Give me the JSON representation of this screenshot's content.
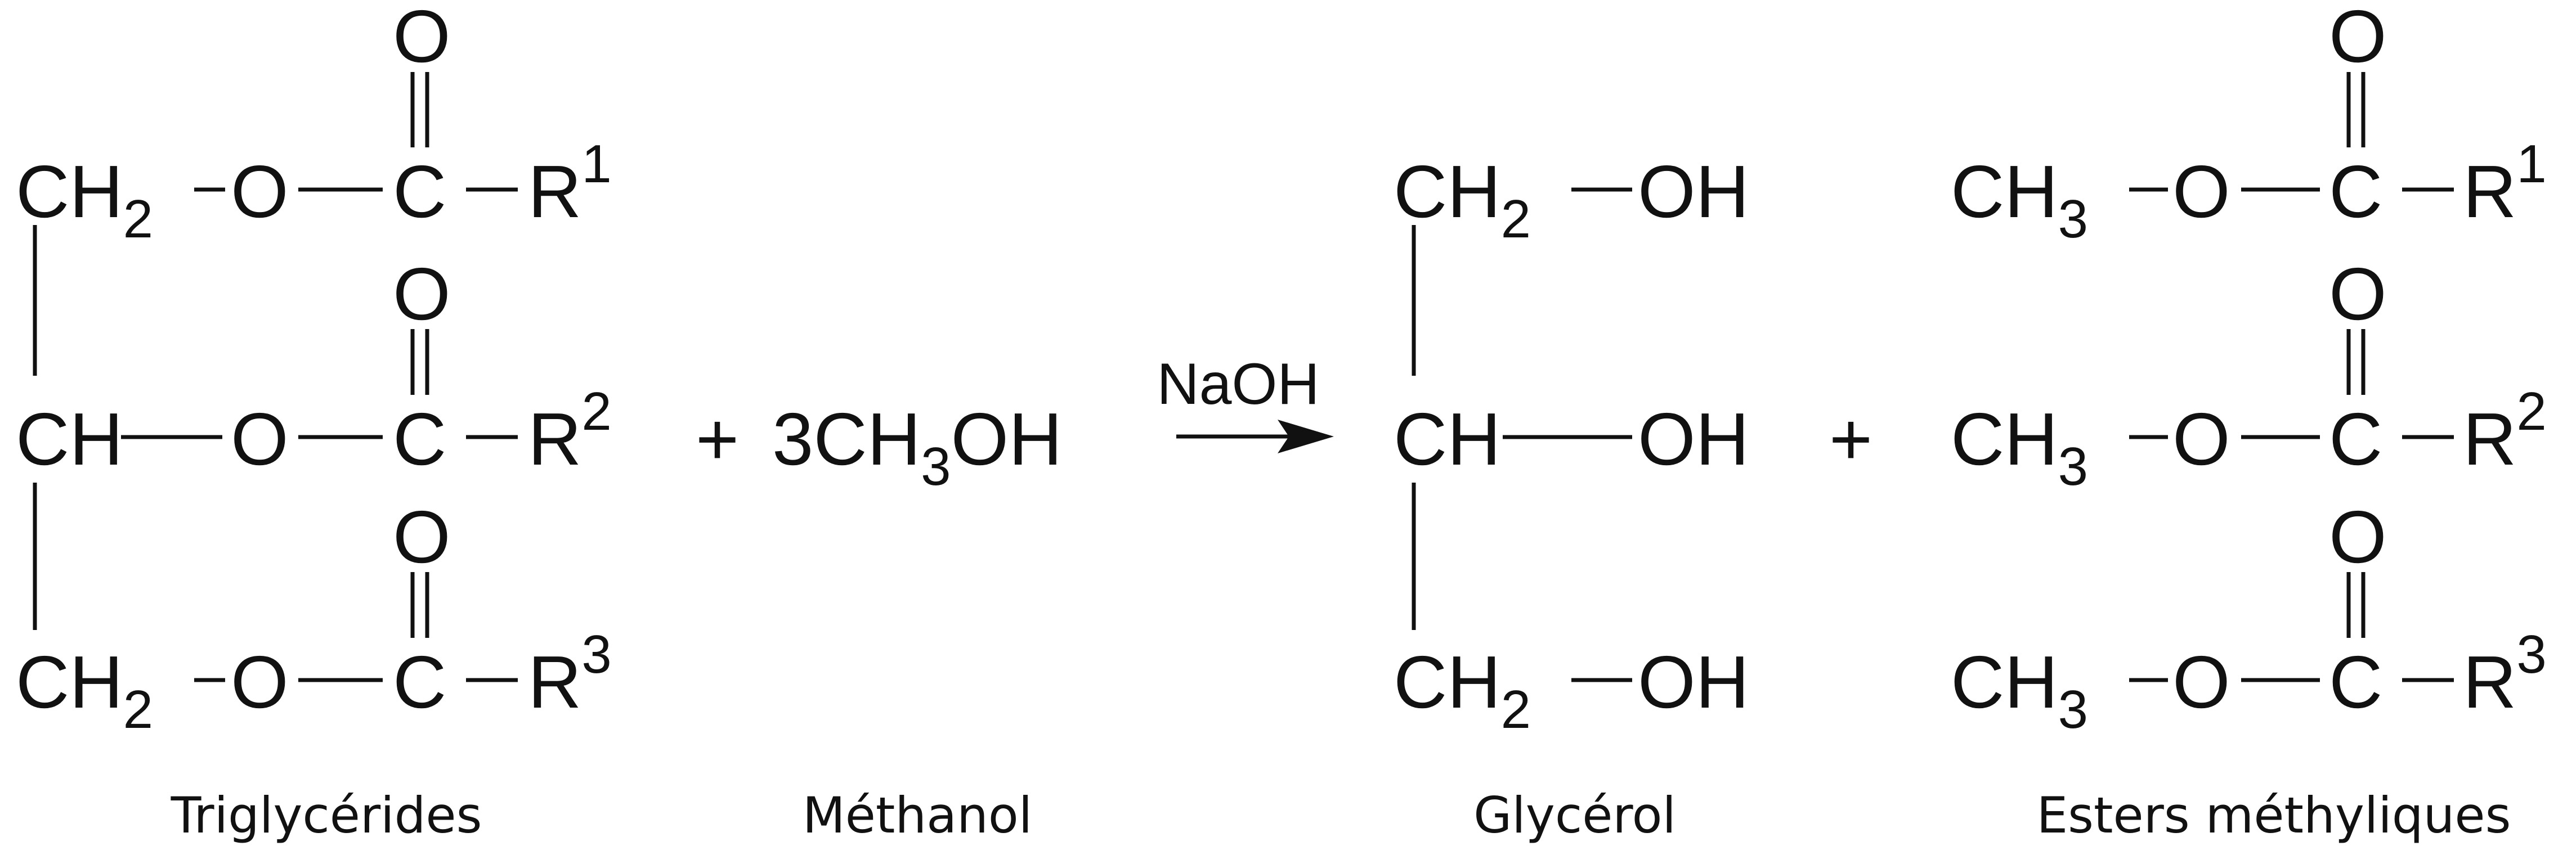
{
  "reactants": {
    "triglyceride": {
      "rows": [
        {
          "group": "CH",
          "group_sub": "2",
          "oxygen": "O",
          "carbon": "C",
          "carbonyl_o": "O",
          "r": "R",
          "r_sup": "1"
        },
        {
          "group": "CH",
          "group_sub": "",
          "oxygen": "O",
          "carbon": "C",
          "carbonyl_o": "O",
          "r": "R",
          "r_sup": "2"
        },
        {
          "group": "CH",
          "group_sub": "2",
          "oxygen": "O",
          "carbon": "C",
          "carbonyl_o": "O",
          "r": "R",
          "r_sup": "3"
        }
      ],
      "label": "Triglycérides"
    },
    "plus": "+",
    "methanol": {
      "coef": "3",
      "base": "CH",
      "sub": "3",
      "tail": "OH",
      "label": "Méthanol"
    }
  },
  "reagent": "NaOH",
  "products": {
    "glycerol": {
      "rows": [
        {
          "group": "CH",
          "group_sub": "2",
          "oh": "OH"
        },
        {
          "group": "CH",
          "group_sub": "",
          "oh": "OH"
        },
        {
          "group": "CH",
          "group_sub": "2",
          "oh": "OH"
        }
      ],
      "label": "Glycérol"
    },
    "plus": "+",
    "methyl_esters": {
      "rows": [
        {
          "group": "CH",
          "group_sub": "3",
          "oxygen": "O",
          "carbon": "C",
          "carbonyl_o": "O",
          "r": "R",
          "r_sup": "1"
        },
        {
          "group": "CH",
          "group_sub": "3",
          "oxygen": "O",
          "carbon": "C",
          "carbonyl_o": "O",
          "r": "R",
          "r_sup": "2"
        },
        {
          "group": "CH",
          "group_sub": "3",
          "oxygen": "O",
          "carbon": "C",
          "carbonyl_o": "O",
          "r": "R",
          "r_sup": "3"
        }
      ],
      "label": "Esters méthyliques"
    }
  }
}
